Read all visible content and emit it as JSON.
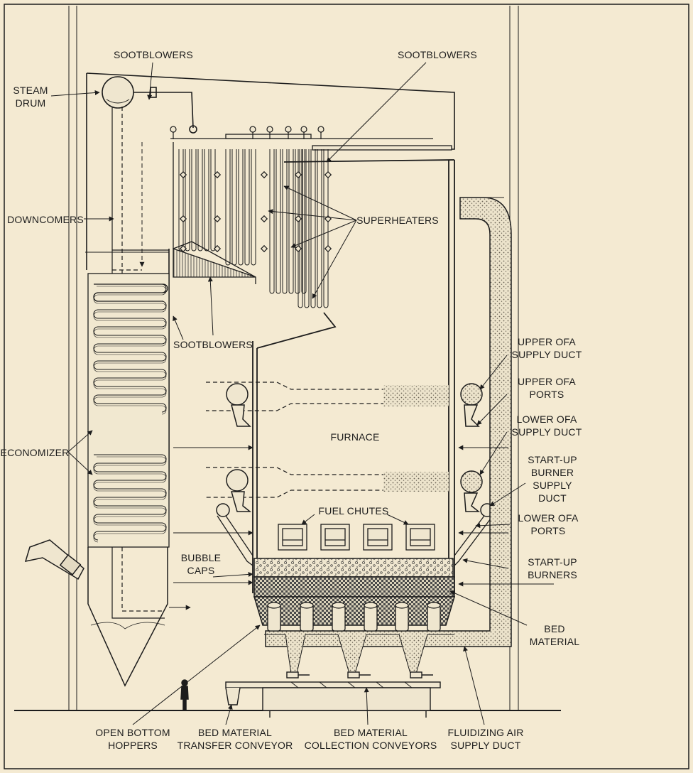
{
  "labels": {
    "sootblowers_top_left": "SOOTBLOWERS",
    "sootblowers_top_right": "SOOTBLOWERS",
    "steam_drum": "STEAM\nDRUM",
    "downcomers": "DOWNCOMERS",
    "superheaters": "SUPERHEATERS",
    "sootblowers_mid": "SOOTBLOWERS",
    "economizer": "ECONOMIZER",
    "upper_ofa_supply_duct": "UPPER OFA\nSUPPLY DUCT",
    "upper_ofa_ports": "UPPER OFA\nPORTS",
    "lower_ofa_supply_duct": "LOWER OFA\nSUPPLY DUCT",
    "startup_burner_supply_duct": "START-UP\nBURNER\nSUPPLY\nDUCT",
    "lower_ofa_ports": "LOWER OFA\nPORTS",
    "startup_burners": "START-UP\nBURNERS",
    "furnace": "FURNACE",
    "fuel_chutes": "FUEL CHUTES",
    "bubble_caps": "BUBBLE\nCAPS",
    "bed_material": "BED\nMATERIAL",
    "open_bottom_hoppers": "OPEN BOTTOM\nHOPPERS",
    "bed_material_transfer_conveyor": "BED MATERIAL\nTRANSFER CONVEYOR",
    "bed_material_collection_conveyors": "BED MATERIAL\nCOLLECTION CONVEYORS",
    "fluidizing_air_supply_duct": "FLUIDIZING AIR\nSUPPLY DUCT"
  },
  "colors": {
    "paper": "#f4ead2",
    "ink": "#1c1c1c",
    "fill_dots": "#cfc7b2"
  }
}
